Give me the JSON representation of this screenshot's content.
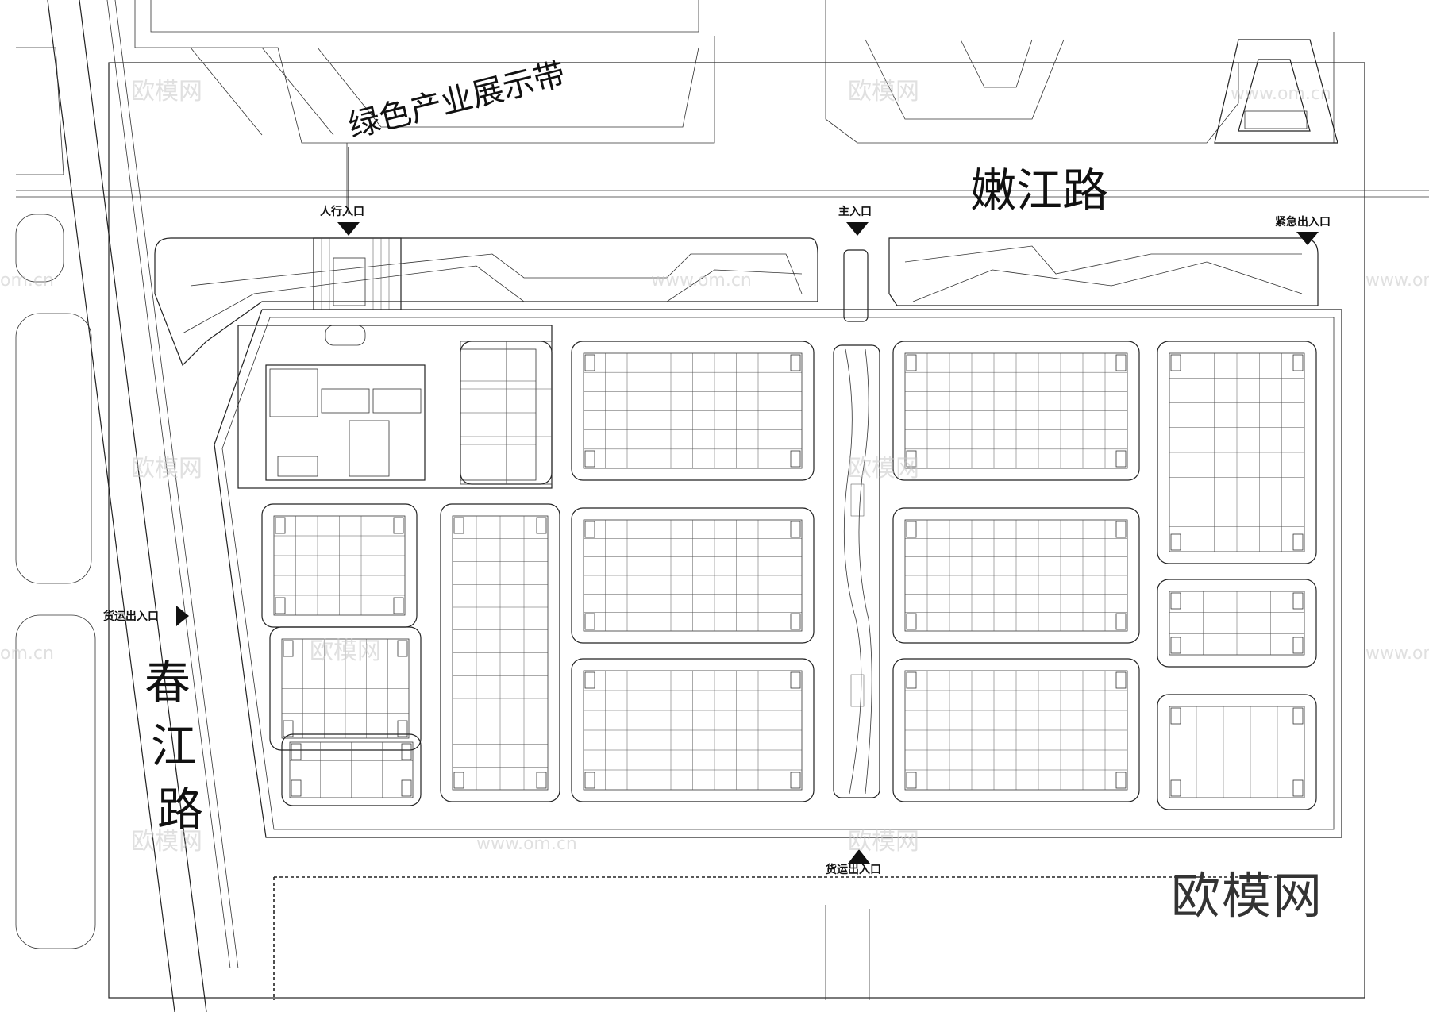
{
  "roads": {
    "north": "嫩江路",
    "west": "春江路"
  },
  "green_belt": "绿色产业展示带",
  "entrances": {
    "pedestrian": "人行入口",
    "main": "主入口",
    "emergency": "紧急出入口",
    "freight_west": "货运出入口",
    "freight_south": "货运出入口"
  },
  "watermark": {
    "text": "欧模网",
    "site": "www.om.cn",
    "site_short": "om.cn",
    "logo": "欧模网"
  },
  "colors": {
    "line": "#222222",
    "background": "#ffffff",
    "watermark": "#c8c8c8"
  }
}
